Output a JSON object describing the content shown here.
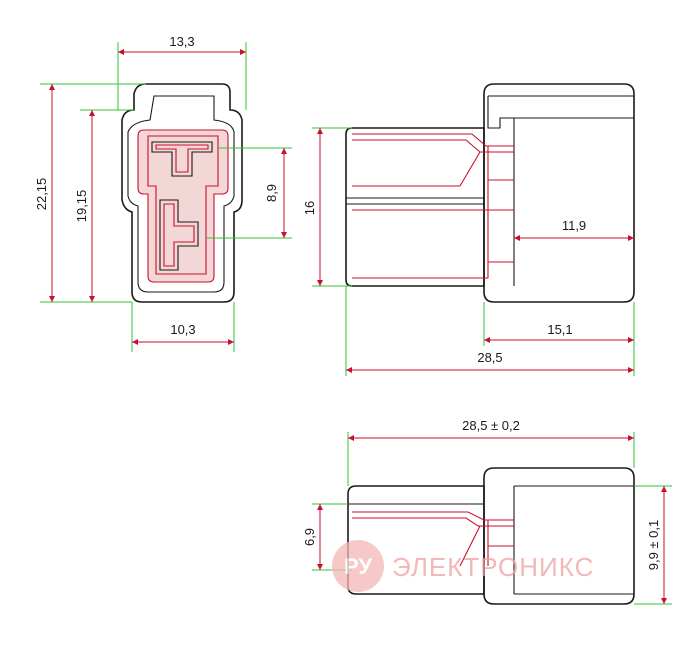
{
  "dimensions": {
    "front_width_top": "13,3",
    "front_height_total": "22,15",
    "front_height_inner": "19,15",
    "front_width_bottom": "10,3",
    "front_slot_height": "8,9",
    "side_height": "16",
    "side_inner_length": "11,9",
    "side_cap_length": "15,1",
    "side_total_length": "28,5",
    "top_total_length": "28,5 ± 0,2",
    "top_left_height": "6,9",
    "top_right_height": "9,9 ± 0,1"
  },
  "watermark": {
    "logo": "РУ",
    "text": "ЭЛЕКТРОНИКС"
  },
  "colors": {
    "outline": "#1a1a1a",
    "dimension": "#c8102e",
    "extension": "#35c235"
  }
}
